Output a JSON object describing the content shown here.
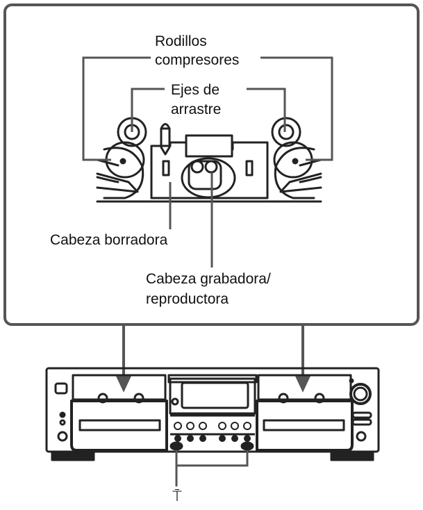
{
  "labels": {
    "pinch_rollers_line1": "Rodillos",
    "pinch_rollers_line2": "compresores",
    "capstans_line1": "Ejes de",
    "capstans_line2": "arrastre",
    "erase_head": "Cabeza borradora",
    "rec_play_head_line1": "Cabeza grabadora/",
    "rec_play_head_line2": "reproductora"
  },
  "eject_symbol": "⍑",
  "icons": {
    "eject": "eject-icon"
  },
  "colors": {
    "line": "#222222",
    "callout_box": "#555555",
    "arrow": "#555555",
    "background": "#ffffff"
  }
}
